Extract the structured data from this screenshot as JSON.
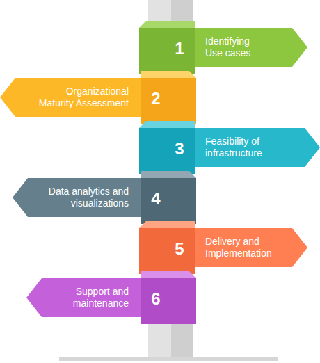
{
  "diagram": {
    "nodes": [
      {
        "text": [
          "Identifying Use cases",
          "1"
        ]
      },
      {
        "text": [
          "Organizational Maturity Assessment",
          "2"
        ]
      },
      {
        "text": [
          "Feasibility of infrastructure",
          "3"
        ]
      },
      {
        "text": [
          "Data analytics and visualizations",
          "4"
        ]
      },
      {
        "text": [
          "Delivery and Implementation",
          "5"
        ]
      },
      {
        "text": [
          "Support and maintenance",
          "6"
        ]
      }
    ]
  }
}
